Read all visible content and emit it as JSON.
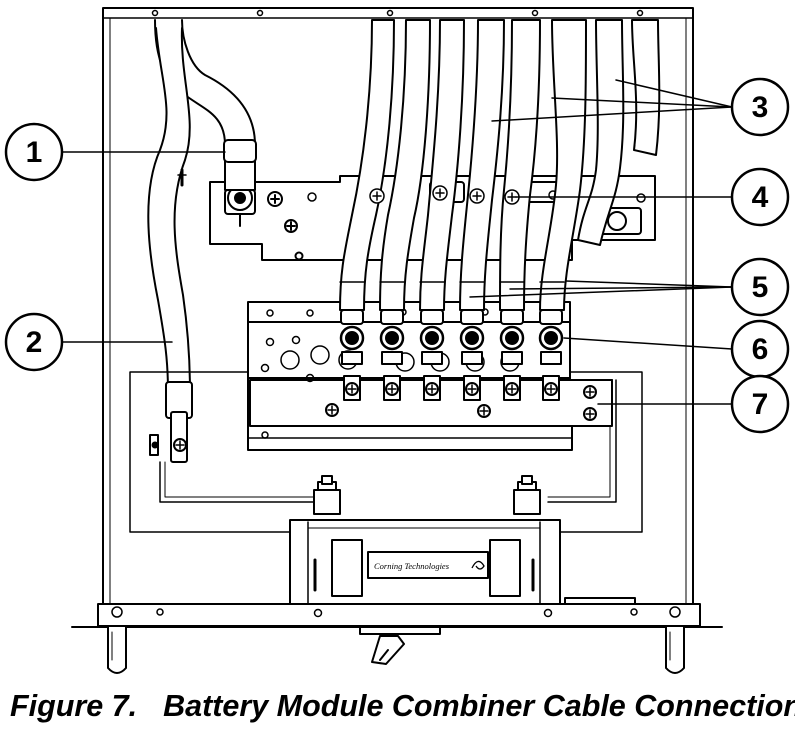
{
  "figure": {
    "label": "Figure 7.",
    "title": "Battery Module Combiner Cable Connections"
  },
  "callouts": [
    "1",
    "2",
    "3",
    "4",
    "5",
    "6",
    "7"
  ],
  "logo_text": "Corning Technologies",
  "colors": {
    "line": "#000000",
    "background": "#ffffff"
  },
  "icons": [
    "bolt-icon",
    "screw-icon",
    "logo-icon"
  ]
}
